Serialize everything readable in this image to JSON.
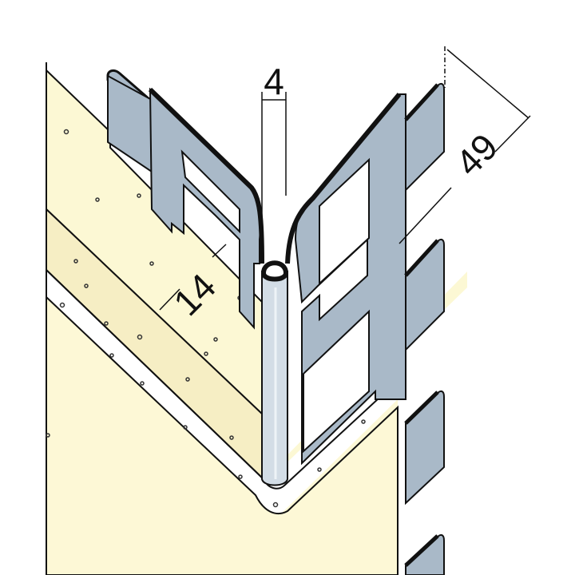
{
  "dimensions": {
    "gap": "4",
    "plaster_depth": "14",
    "leg_width": "49"
  },
  "colors": {
    "plaster_outer": "#fcf8d4",
    "plaster_inner": "#f6eec4",
    "board": "#fdf8d6",
    "metal": "#a9b9c8",
    "metal_light": "#d3dde6",
    "metal_edge": "#111111",
    "line": "#111111"
  }
}
